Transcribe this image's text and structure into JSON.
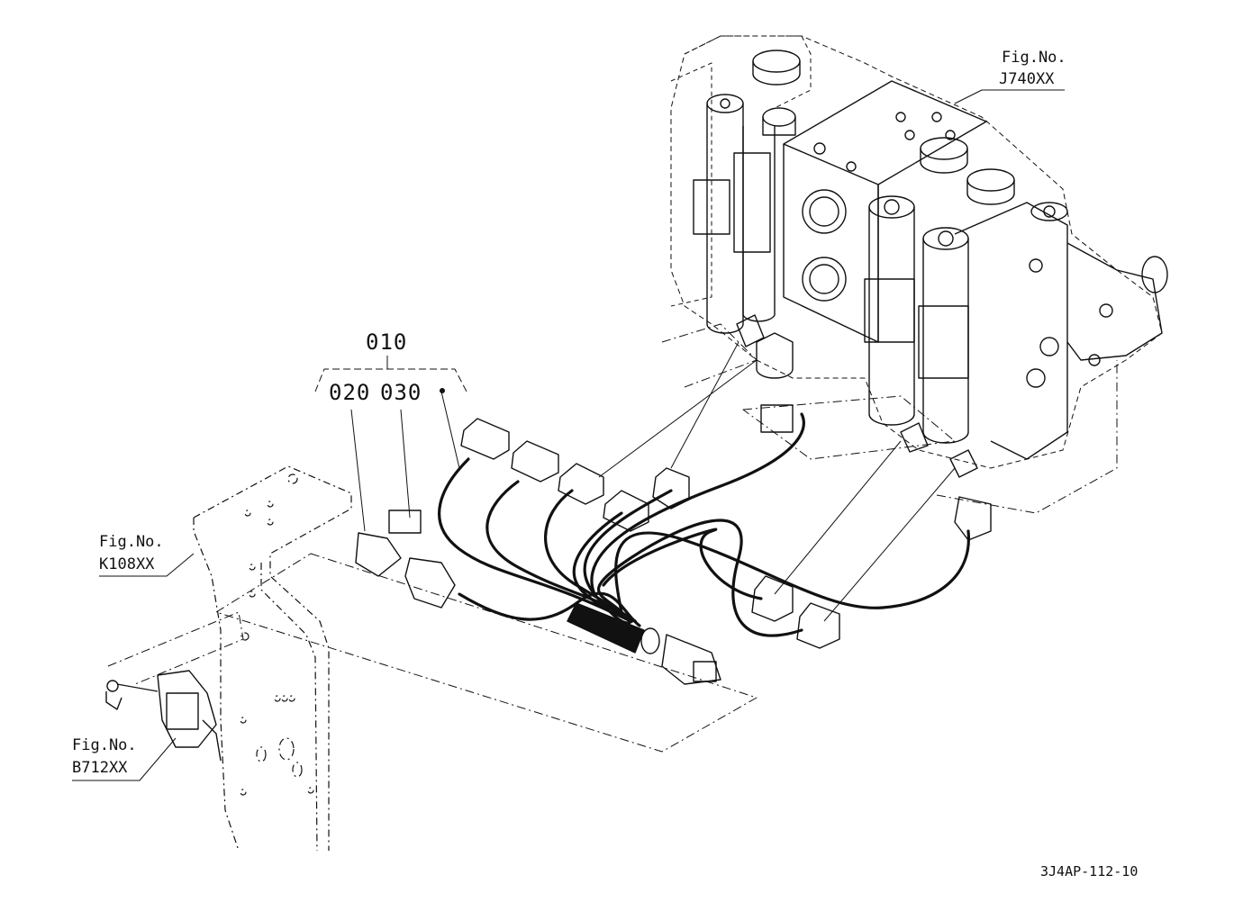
{
  "figure_refs": [
    {
      "line1": "Fig.No.",
      "line2": "J740XX"
    },
    {
      "line1": "Fig.No.",
      "line2": "K108XX"
    },
    {
      "line1": "Fig.No.",
      "line2": "B712XX"
    }
  ],
  "part_numbers": {
    "assembly": "010",
    "sub_a": "020",
    "sub_b": "030"
  },
  "drawing_code": "3J4AP-112-10"
}
